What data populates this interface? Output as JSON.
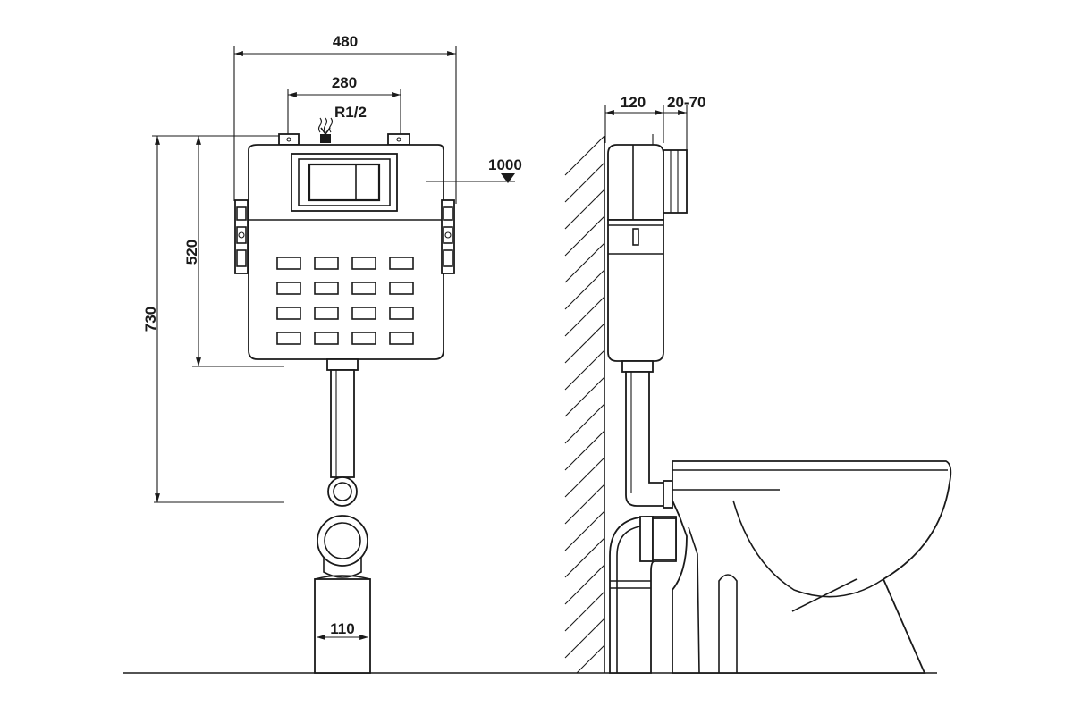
{
  "dimensions": {
    "frame_width": "480",
    "inlet_spacing": "280",
    "inlet_thread": "R1/2",
    "level_mark": "1000",
    "height_tank": "520",
    "height_total": "730",
    "pipe_diameter": "110",
    "depth_module": "120",
    "wall_thickness_range": "20-70"
  },
  "colors": {
    "line": "#1a1a1a",
    "background": "#ffffff"
  }
}
